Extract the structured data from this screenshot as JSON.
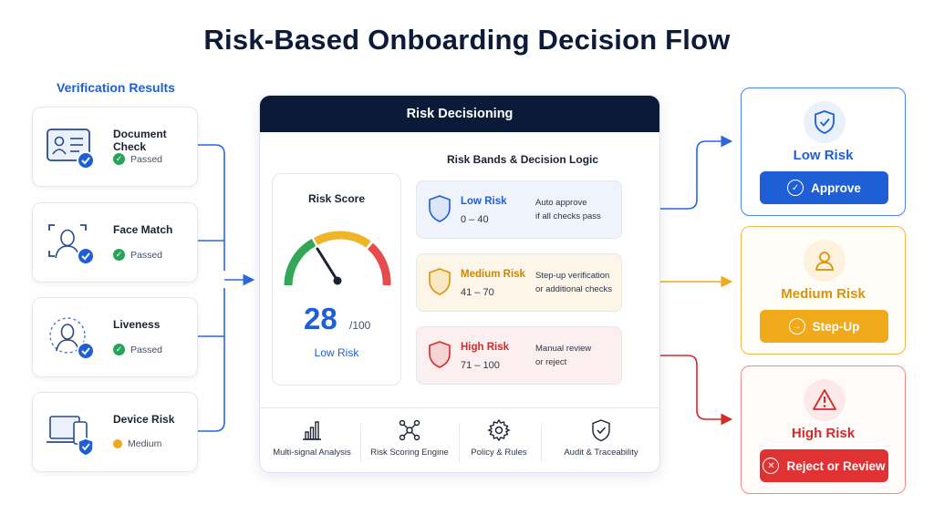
{
  "title": "Risk-Based Onboarding Decision Flow",
  "verification": {
    "title": "Verification Results",
    "items": [
      {
        "name": "Document Check",
        "status": "Passed",
        "icon": "id-card-icon"
      },
      {
        "name": "Face Match",
        "status": "Passed",
        "icon": "face-scan-icon"
      },
      {
        "name": "Liveness",
        "status": "Passed",
        "icon": "liveness-icon"
      },
      {
        "name": "Device Risk",
        "status": "Medium",
        "icon": "devices-icon"
      }
    ]
  },
  "panel": {
    "header": "Risk Decisioning",
    "score": {
      "title": "Risk Score",
      "value": "28",
      "max": "/100",
      "label": "Low Risk",
      "fraction": 0.28
    },
    "bands_title": "Risk Bands & Decision Logic",
    "bands": [
      {
        "name": "Low Risk",
        "range": "0 – 40",
        "desc1": "Auto approve",
        "desc2": "if all checks pass",
        "color": "#1f5fd6"
      },
      {
        "name": "Medium Risk",
        "range": "41 – 70",
        "desc1": "Step-up verification",
        "desc2": "or additional checks",
        "color": "#e3a21c"
      },
      {
        "name": "High Risk",
        "range": "71 – 100",
        "desc1": "Manual review",
        "desc2": "or reject",
        "color": "#d32a2a"
      }
    ],
    "features": [
      {
        "label": "Multi-signal Analysis",
        "icon": "bar-chart-icon"
      },
      {
        "label": "Risk Scoring Engine",
        "icon": "network-icon"
      },
      {
        "label": "Policy & Rules",
        "icon": "gear-icon"
      },
      {
        "label": "Audit & Traceability",
        "icon": "shield-check-icon"
      }
    ]
  },
  "outcomes": [
    {
      "name": "Low Risk",
      "button": "Approve",
      "icon": "shield-check-icon",
      "button_icon": "check-icon",
      "color": "#1f5fd6"
    },
    {
      "name": "Medium Risk",
      "button": "Step-Up",
      "icon": "user-icon",
      "button_icon": "arrow-right-icon",
      "color": "#f0a91b"
    },
    {
      "name": "High Risk",
      "button": "Reject or Review",
      "icon": "warning-icon",
      "button_icon": "x-icon",
      "color": "#e03232"
    }
  ]
}
